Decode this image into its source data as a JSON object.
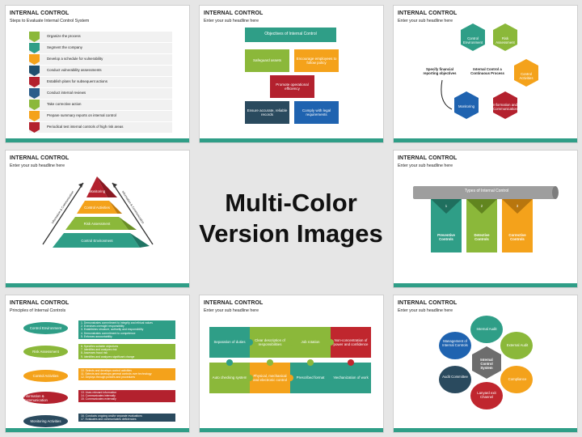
{
  "center": {
    "line1": "Multi-Color",
    "line2": "Version Images"
  },
  "slide1": {
    "title": "INTERNAL CONTROL",
    "subtitle": "Steps to Evaluate Internal Control System",
    "steps": [
      {
        "label": "Organize the process",
        "color": "#8bb83a"
      },
      {
        "label": "Segment the company",
        "color": "#2f9e87"
      },
      {
        "label": "Develop a schedule for vulnerability",
        "color": "#f4a21b"
      },
      {
        "label": "Conduct vulnerability assessments",
        "color": "#1f4f6e"
      },
      {
        "label": "Establish plans for subsequent actions",
        "color": "#b3212e"
      },
      {
        "label": "Conduct internal reviews",
        "color": "#2a5d8a"
      },
      {
        "label": "Take corrective action",
        "color": "#8bb83a"
      },
      {
        "label": "Prepare summary reports on internal control",
        "color": "#f4a21b"
      },
      {
        "label": "Periodical test internal controls of high risk areas",
        "color": "#b3212e"
      }
    ]
  },
  "slide2": {
    "title": "INTERNAL CONTROL",
    "subtitle": "Enter your sub headline here",
    "top": "Objectives of Internal Control",
    "b1": "Safeguard assets",
    "b2": "Encourage employees to follow policy",
    "b3": "Promote operational efficiency",
    "b4": "Ensure accurate, reliable records",
    "b5": "Comply with legal requirements"
  },
  "slide3": {
    "title": "INTERNAL CONTROL",
    "subtitle": "Enter your sub headline here",
    "h1": "Control Environment",
    "h2": "Risk Assessment",
    "h3": "Control Activities",
    "h4": "Information and Communication",
    "h5": "Monitoring",
    "center": "Internal Control a Continuous Process",
    "side": "Specify financial reporting objectives"
  },
  "slide4": {
    "title": "INTERNAL CONTROL",
    "subtitle": "Enter your sub headline here",
    "left": "Information & Communication",
    "right": "Information & Communication",
    "l1": "Monitoring",
    "l2": "Control Activities",
    "l3": "Risk Assessment",
    "l4": "Control Environment"
  },
  "slide6": {
    "title": "INTERNAL CONTROL",
    "subtitle": "Enter your sub headline here",
    "header": "Types of Internal Control",
    "n1": "1",
    "n2": "2",
    "n3": "3",
    "c1": "Preventive Controls",
    "c2": "Detective Controls",
    "c3": "Corrective Controls"
  },
  "slide7": {
    "title": "INTERNAL CONTROL",
    "subtitle": "Principles of Internal Controls",
    "rows": [
      {
        "label": "Control Environment",
        "color": "#2f9e87",
        "items": [
          "1.  Demonstrates commitment to integrity and ethical values",
          "2.  Exercises oversight responsibility",
          "3.  Establishes structure, authority and responsibility",
          "4.  Demonstrates commitment to competence",
          "5.  Enforces accountability"
        ]
      },
      {
        "label": "Risk Assessment",
        "color": "#8bb83a",
        "items": [
          "6.  Specifies suitable objectives",
          "7.  Identifies and analyzes risk",
          "8.  Assesses fraud risk",
          "9.  Identifies and analyzes significant change"
        ]
      },
      {
        "label": "Control Activities",
        "color": "#f4a21b",
        "items": [
          "10.  Selects and develops control activities",
          "11.  Selects and develops general controls over technology",
          "12.  Deploys through policies and procedures"
        ]
      },
      {
        "label": "Information & Communication",
        "color": "#b3212e",
        "items": [
          "13.  Uses relevant information",
          "14.  Communicates internally",
          "15.  Communicates externally"
        ]
      },
      {
        "label": "Monitoring Activities",
        "color": "#2a4a5e",
        "items": [
          "16.  Conducts ongoing and/or separate evaluations",
          "17.  Evaluates and communicates deficiencies"
        ]
      }
    ]
  },
  "slide8": {
    "title": "INTERNAL CONTROL",
    "subtitle": "Enter your sub headline here",
    "p1": "Separation of duties",
    "p2": "Clear description of responsibilities",
    "p3": "Job rotation",
    "p4": "Non-concentration of power and confidence",
    "p5": "Auto checking system",
    "p6": "Physical, mechanical and electronic control",
    "p7": "Prescribed format",
    "p8": "Mechanization of work"
  },
  "slide9": {
    "title": "INTERNAL CONTROL",
    "subtitle": "Enter your sub headline here",
    "center": "Internal Control System",
    "l1": "Internal Audit",
    "l2": "External Audit",
    "l3": "Compliance",
    "l4": "Lanyard exit Channel",
    "l5": "Audit Committee",
    "l6": "Management of Internal Controls"
  }
}
